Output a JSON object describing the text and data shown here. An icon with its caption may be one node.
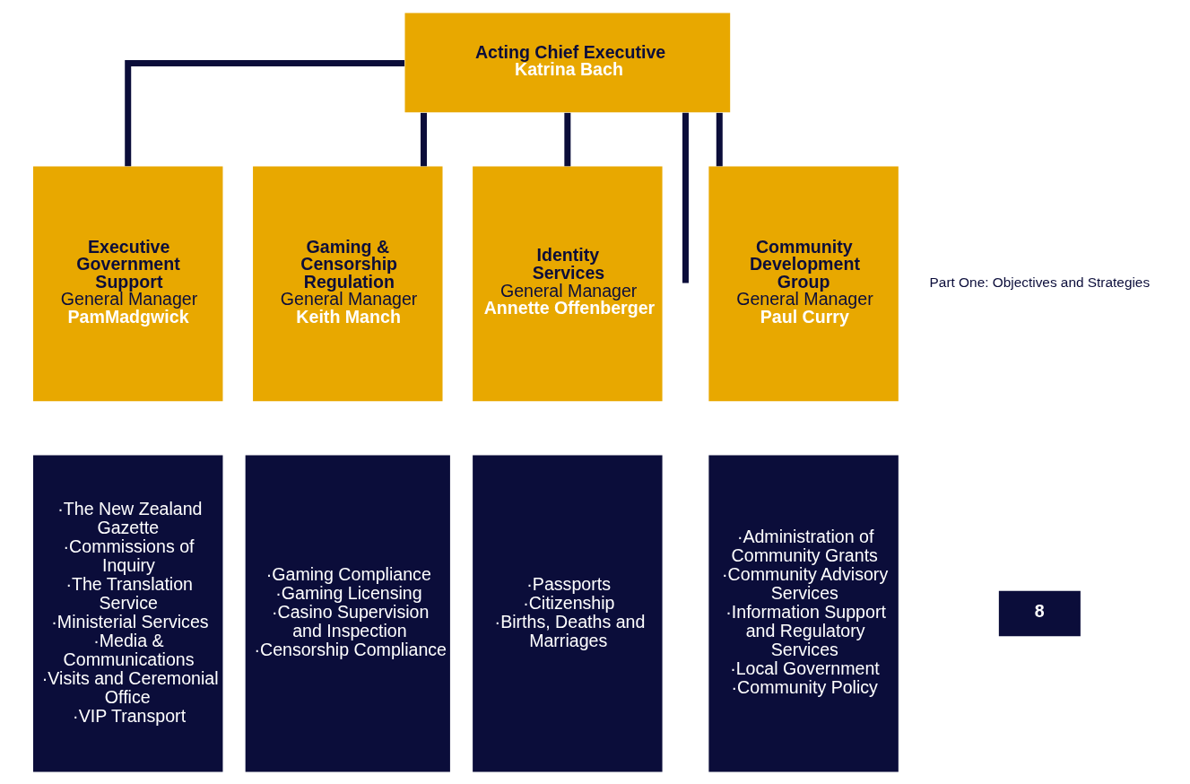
{
  "diagram": {
    "nodes": [
      {
        "text": [
          "Acting Chief Executive",
          "Katrina Bach"
        ]
      },
      {
        "text": [
          "Community Development Group",
          "General Manager",
          "Paul Curry"
        ]
      },
      {
        "text": [
          "Executive Government Support",
          "General Manager",
          "PamMadgwick"
        ]
      },
      {
        "text": [
          "Gaming & Censorship Regulation",
          "General Manager",
          "Keith Manch"
        ]
      },
      {
        "text": [
          "Identity Services",
          "General Manager",
          "Annette Offenberger"
        ]
      },
      {
        "text": [
          "·Administration of Community Grants",
          "·Community Advisory Services",
          "·Information Support and Regulatory Services",
          "·Local Government",
          "·Community Policy"
        ]
      },
      {
        "text": [
          "·The New Zealand Gazette",
          "·Commissions of Inquiry",
          "·The Translation Service",
          "·Ministerial Services",
          "·Media & Communications",
          "·Visits and Ceremonial Office",
          "·VIP Transport"
        ]
      },
      {
        "text": [
          "·Gaming Compliance",
          "·Gaming Licensing",
          "·Casino Supervision and Inspection",
          "·Censorship Compliance"
        ]
      },
      {
        "text": [
          "·Passports",
          "·Citizenship",
          "·Births, Deaths and Marriages"
        ]
      }
    ],
    "edges": [
      {
        "from": 0,
        "to": 1,
        "arrow": "none"
      },
      {
        "from": 0,
        "to": 2,
        "arrow": "none"
      },
      {
        "from": 0,
        "to": 3,
        "arrow": "none"
      },
      {
        "from": 0,
        "to": 4,
        "arrow": "none"
      },
      {
        "from": 0,
        "to": null,
        "arrow": "none"
      }
    ],
    "labels": [
      "Part One: Objectives and Strategies",
      "8"
    ]
  }
}
